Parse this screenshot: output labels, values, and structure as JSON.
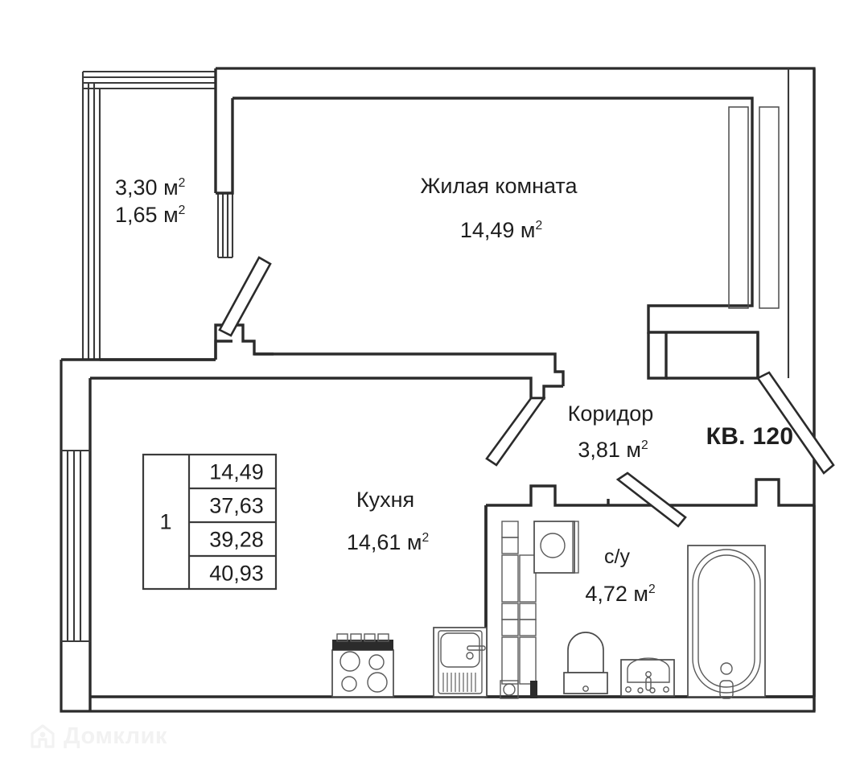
{
  "plan": {
    "apartment_label": "КВ. 120",
    "watermark": "Домклик",
    "watermark_icon": "house-logo-icon",
    "rooms": [
      {
        "key": "living",
        "name": "Жилая комната",
        "area": "14,49",
        "unit": "м",
        "sup": "2"
      },
      {
        "key": "kitchen",
        "name": "Кухня",
        "area": "14,61",
        "unit": "м",
        "sup": "2"
      },
      {
        "key": "corridor",
        "name": "Коридор",
        "area": "3,81",
        "unit": "м",
        "sup": "2"
      },
      {
        "key": "bathroom",
        "name": "с/у",
        "area": "4,72",
        "unit": "м",
        "sup": "2"
      }
    ],
    "balcony": {
      "area_gross": "3,30",
      "area_net": "1,65",
      "unit": "м",
      "sup": "2"
    },
    "summary_table": {
      "rooms_count": "1",
      "values": [
        "14,49",
        "37,63",
        "39,28",
        "40,93"
      ]
    },
    "fixtures": [
      "stove-icon",
      "kitchen-sink-icon",
      "toilet-icon",
      "washbasin-icon",
      "bathtub-icon",
      "washing-machine-icon",
      "shelving-unit-icon"
    ],
    "colors": {
      "wall": "#2b2b2b",
      "fixture": "#4a4a4a",
      "text": "#1e1e1e",
      "background": "#ffffff",
      "watermark": "#f2f2f2"
    }
  }
}
